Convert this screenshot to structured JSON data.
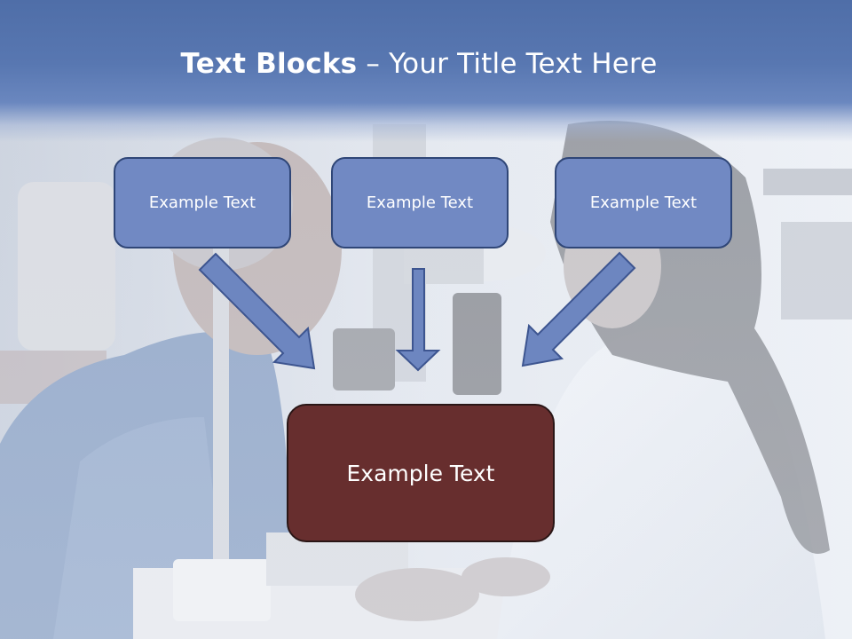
{
  "slide": {
    "title_bold": "Text Blocks",
    "title_rest": " – Your Title Text Here"
  },
  "blocks": [
    {
      "label": "Example Text"
    },
    {
      "label": "Example Text"
    },
    {
      "label": "Example Text"
    }
  ],
  "main_block": {
    "label": "Example Text"
  },
  "colors": {
    "title_band": "#5877b1",
    "block_fill": "#7189c3",
    "block_border": "#2f4677",
    "main_block_fill": "#672e2e",
    "arrow_fill": "#6d86c0"
  }
}
